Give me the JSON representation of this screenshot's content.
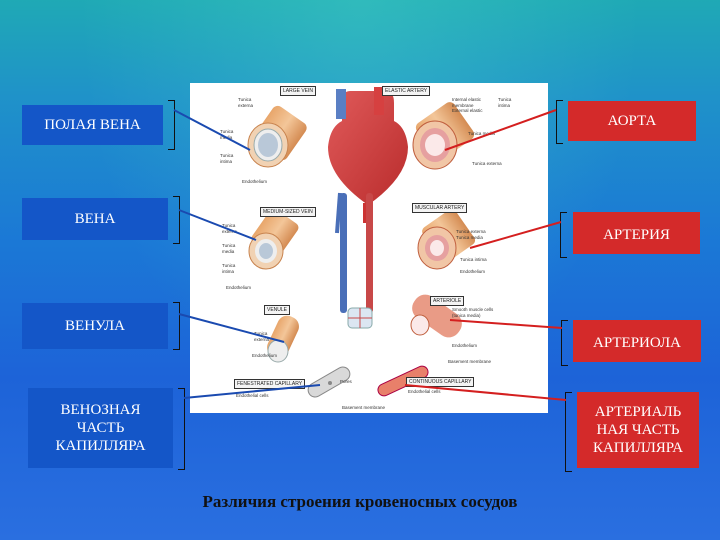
{
  "left_boxes": [
    {
      "id": "vena-cava",
      "text": "ПОЛАЯ ВЕНА"
    },
    {
      "id": "vein",
      "text": "ВЕНА"
    },
    {
      "id": "venule",
      "text": "ВЕНУЛА"
    },
    {
      "id": "venous-capillary",
      "text": "ВЕНОЗНАЯ\nЧАСТЬ\nКАПИЛЛЯРА"
    }
  ],
  "right_boxes": [
    {
      "id": "aorta",
      "text": "АОРТА"
    },
    {
      "id": "artery",
      "text": "АРТЕРИЯ"
    },
    {
      "id": "arteriole",
      "text": "АРТЕРИОЛА"
    },
    {
      "id": "arterial-capillary",
      "text": "АРТЕРИАЛЬ\nНАЯ ЧАСТЬ\nКАПИЛЛЯРА"
    }
  ],
  "caption": "Различия строения кровеносных сосудов",
  "figure": {
    "tags": {
      "large_vein": "LARGE VEIN",
      "elastic_artery": "ELASTIC ARTERY",
      "medium_vein": "MEDIUM-SIZED VEIN",
      "muscular_artery": "MUSCULAR ARTERY",
      "venule": "VENULE",
      "arteriole": "ARTERIOLE",
      "fenestrated_capillary": "FENESTRATED CAPILLARY",
      "continuous_capillary": "CONTINUOUS CAPILLARY"
    },
    "labels": {
      "lv_externa": "Tunica\nexterna",
      "lv_media": "Tunica\nmedia",
      "lv_intima": "Tunica\nintima",
      "lv_endothelium": "Endothelium",
      "ea_layers": "Internal elastic\nmembrane\nExternal elastic",
      "ea_intima": "Tunica\nintima",
      "ea_media": "Tunica media",
      "ea_externa": "Tunica externa",
      "mv_externa": "Tunica\nexterna",
      "mv_media": "Tunica\nmedia",
      "mv_intima": "Tunica\nintima",
      "mv_endothelium": "Endothelium",
      "ma_layers": "Tunica externa\nTunica media",
      "ma_intima": "Tunica intima",
      "ma_endothelium": "Endothelium",
      "vn_externa": "Tunica\nexterna",
      "vn_endothelium": "Endothelium",
      "ar_smooth": "Smooth muscle cells\n(tunica media)",
      "ar_endothelium": "Endothelium",
      "ar_basement": "Basement membrane",
      "fc_pores": "Pores",
      "fc_endothelial": "Endothelial cells",
      "fc_basement": "Basement membrane",
      "cc_endothelial": "Endothelial cells"
    }
  },
  "colors": {
    "vein_box": "#1456c8",
    "artery_box": "#d42a2a",
    "vein_line": "#1a4ab0",
    "artery_line": "#d41f1f"
  }
}
